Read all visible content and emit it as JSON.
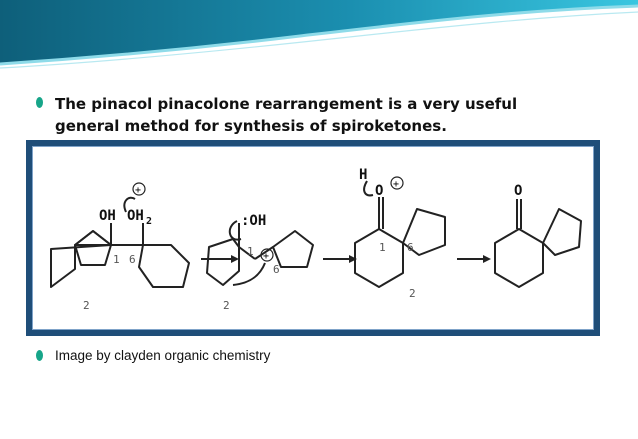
{
  "slide": {
    "bullets": [
      {
        "text": "The pinacol pinacolone rearrangement is a very useful general method for synthesis of spiroketones."
      },
      {
        "text": "Image by clayden organic chemistry"
      }
    ],
    "accent_color": "#17a589",
    "frame_color": "#1f4e79"
  },
  "scheme": {
    "step1": {
      "oh": "OH",
      "oh2": "OH",
      "oh2_sub": "2",
      "n1": "1",
      "n6": "6",
      "n2": "2"
    },
    "step2": {
      "oh": ":OH",
      "n1": "1",
      "n6": "6",
      "n2": "2"
    },
    "step3": {
      "h": "H",
      "o": "O",
      "n1": "1",
      "n6": "6",
      "n2": "2"
    },
    "step4": {
      "o": "O"
    },
    "charge": "+"
  }
}
